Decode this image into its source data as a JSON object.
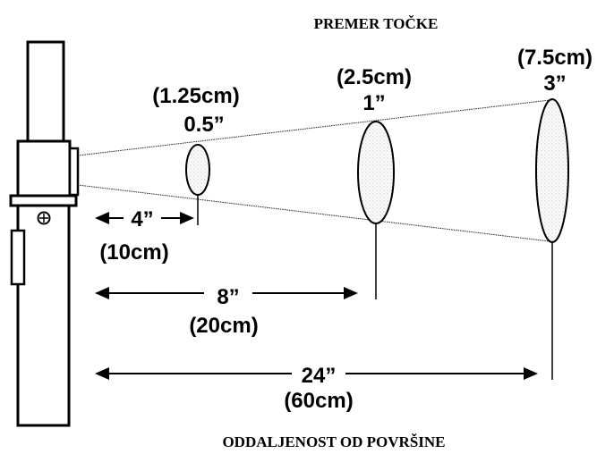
{
  "title": "PREMER TOČKE",
  "footer": "ODDALJENOST OD POVRŠINE",
  "spots": [
    {
      "inch": "0.5”",
      "cm": "(1.25cm)"
    },
    {
      "inch": "1”",
      "cm": "(2.5cm)"
    },
    {
      "inch": "3”",
      "cm": "(7.5cm)"
    }
  ],
  "distances": [
    {
      "inch": "4”",
      "cm": "(10cm)"
    },
    {
      "inch": "8”",
      "cm": "(20cm)"
    },
    {
      "inch": "24”",
      "cm": "(60cm)"
    }
  ]
}
